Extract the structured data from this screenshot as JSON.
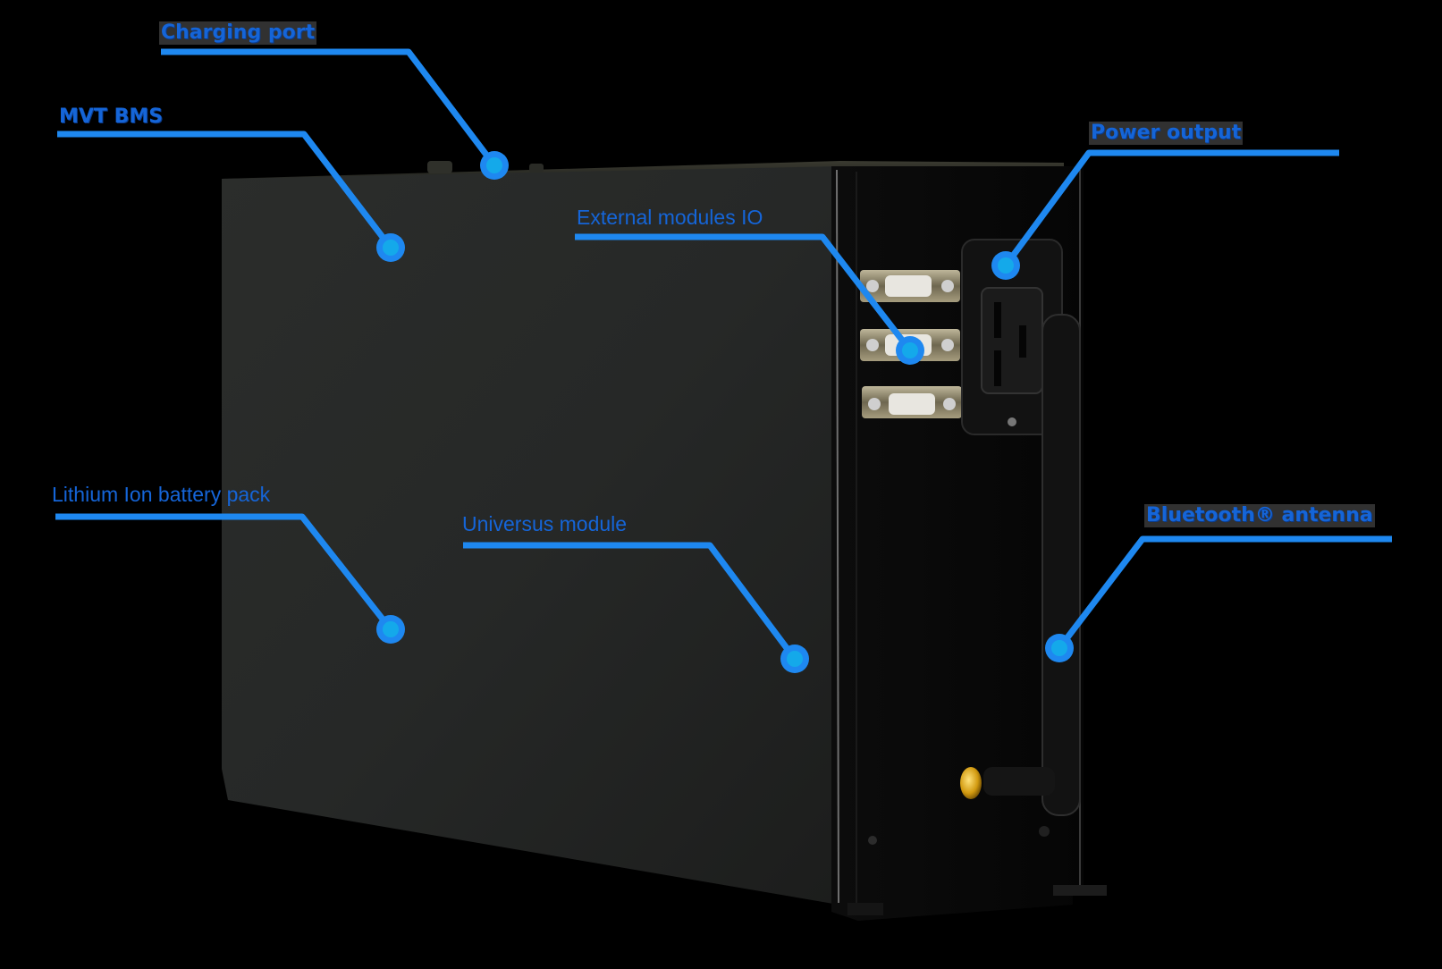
{
  "image": {
    "description": "Annotated product photo of a black battery unit with callouts",
    "background_color": "#000000",
    "callout_color": "#1e88f0",
    "callout_dot_color": "#12a6ea",
    "label_color": "#1565d8"
  },
  "callouts": [
    {
      "id": "charging-port",
      "label": "Charging port"
    },
    {
      "id": "mvt-bms",
      "label": "MVT BMS"
    },
    {
      "id": "power-output",
      "label": "Power output"
    },
    {
      "id": "external-modules-io",
      "label": "External modules IO"
    },
    {
      "id": "lithium-ion-battery-pack",
      "label": "Lithium Ion battery pack"
    },
    {
      "id": "universus-module",
      "label": "Universus module"
    },
    {
      "id": "bluetooth-antenna",
      "label": "Bluetooth® antenna"
    }
  ]
}
